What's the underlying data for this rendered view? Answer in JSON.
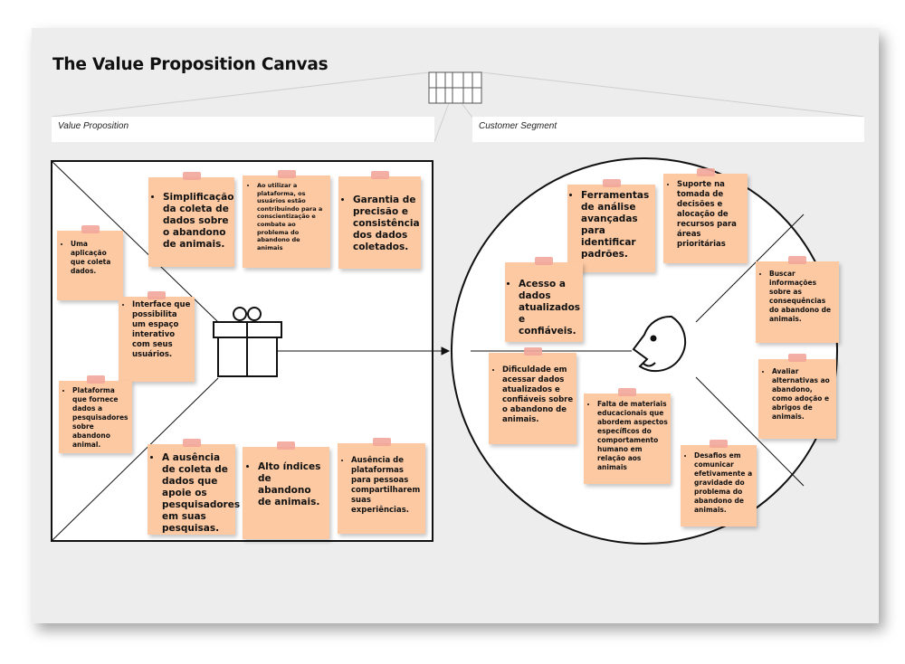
{
  "title": "The Value Proposition Canvas",
  "value_proposition": {
    "label": "Value Proposition",
    "gain_creators": [
      "Simplificação da coleta de dados sobre o abandono de animais.",
      "Ao utilizar a plataforma, os usuários estão contribuindo para a conscientização e combate ao problema do abandono de animais",
      "Garantia de precisão e consistência dos dados coletados."
    ],
    "products_services": [
      "Uma aplicação que coleta dados.",
      "Interface que possibilita um espaço interativo com seus usuários.",
      "Plataforma que fornece dados a pesquisadores sobre abandono animal."
    ],
    "pain_relievers": [
      "A ausência de coleta de dados que apoie os pesquisadores em suas pesquisas.",
      "Alto índices de abandono de animais.",
      "Ausência de plataformas para pessoas compartilharem suas experiências."
    ]
  },
  "customer_segment": {
    "label": "Customer Segment",
    "gains": [
      "Ferramentas de análise avançadas para identificar padrões.",
      "Suporte na tomada de decisões e alocação de recursos para áreas prioritárias",
      "Acesso a dados atualizados e confiáveis."
    ],
    "jobs": [
      "Buscar informações sobre as consequências do abandono de animais.",
      "Avaliar alternativas ao abandono, como adoção e abrigos de animais."
    ],
    "pains": [
      "Dificuldade em acessar dados atualizados e confiáveis sobre o abandono de animais.",
      "Falta de materiais educacionais que abordem aspectos específicos do comportamento humano em relação aos animais",
      "Desafios em comunicar efetivamente a gravidade do problema do abandono de animais."
    ]
  },
  "colors": {
    "board": "#ededed",
    "note": "#fcc9a3",
    "tape": "#f3a69a",
    "ink": "#111111"
  },
  "icons": [
    "gift-icon",
    "customer-face-icon",
    "canvas-thumbnail-icon"
  ]
}
